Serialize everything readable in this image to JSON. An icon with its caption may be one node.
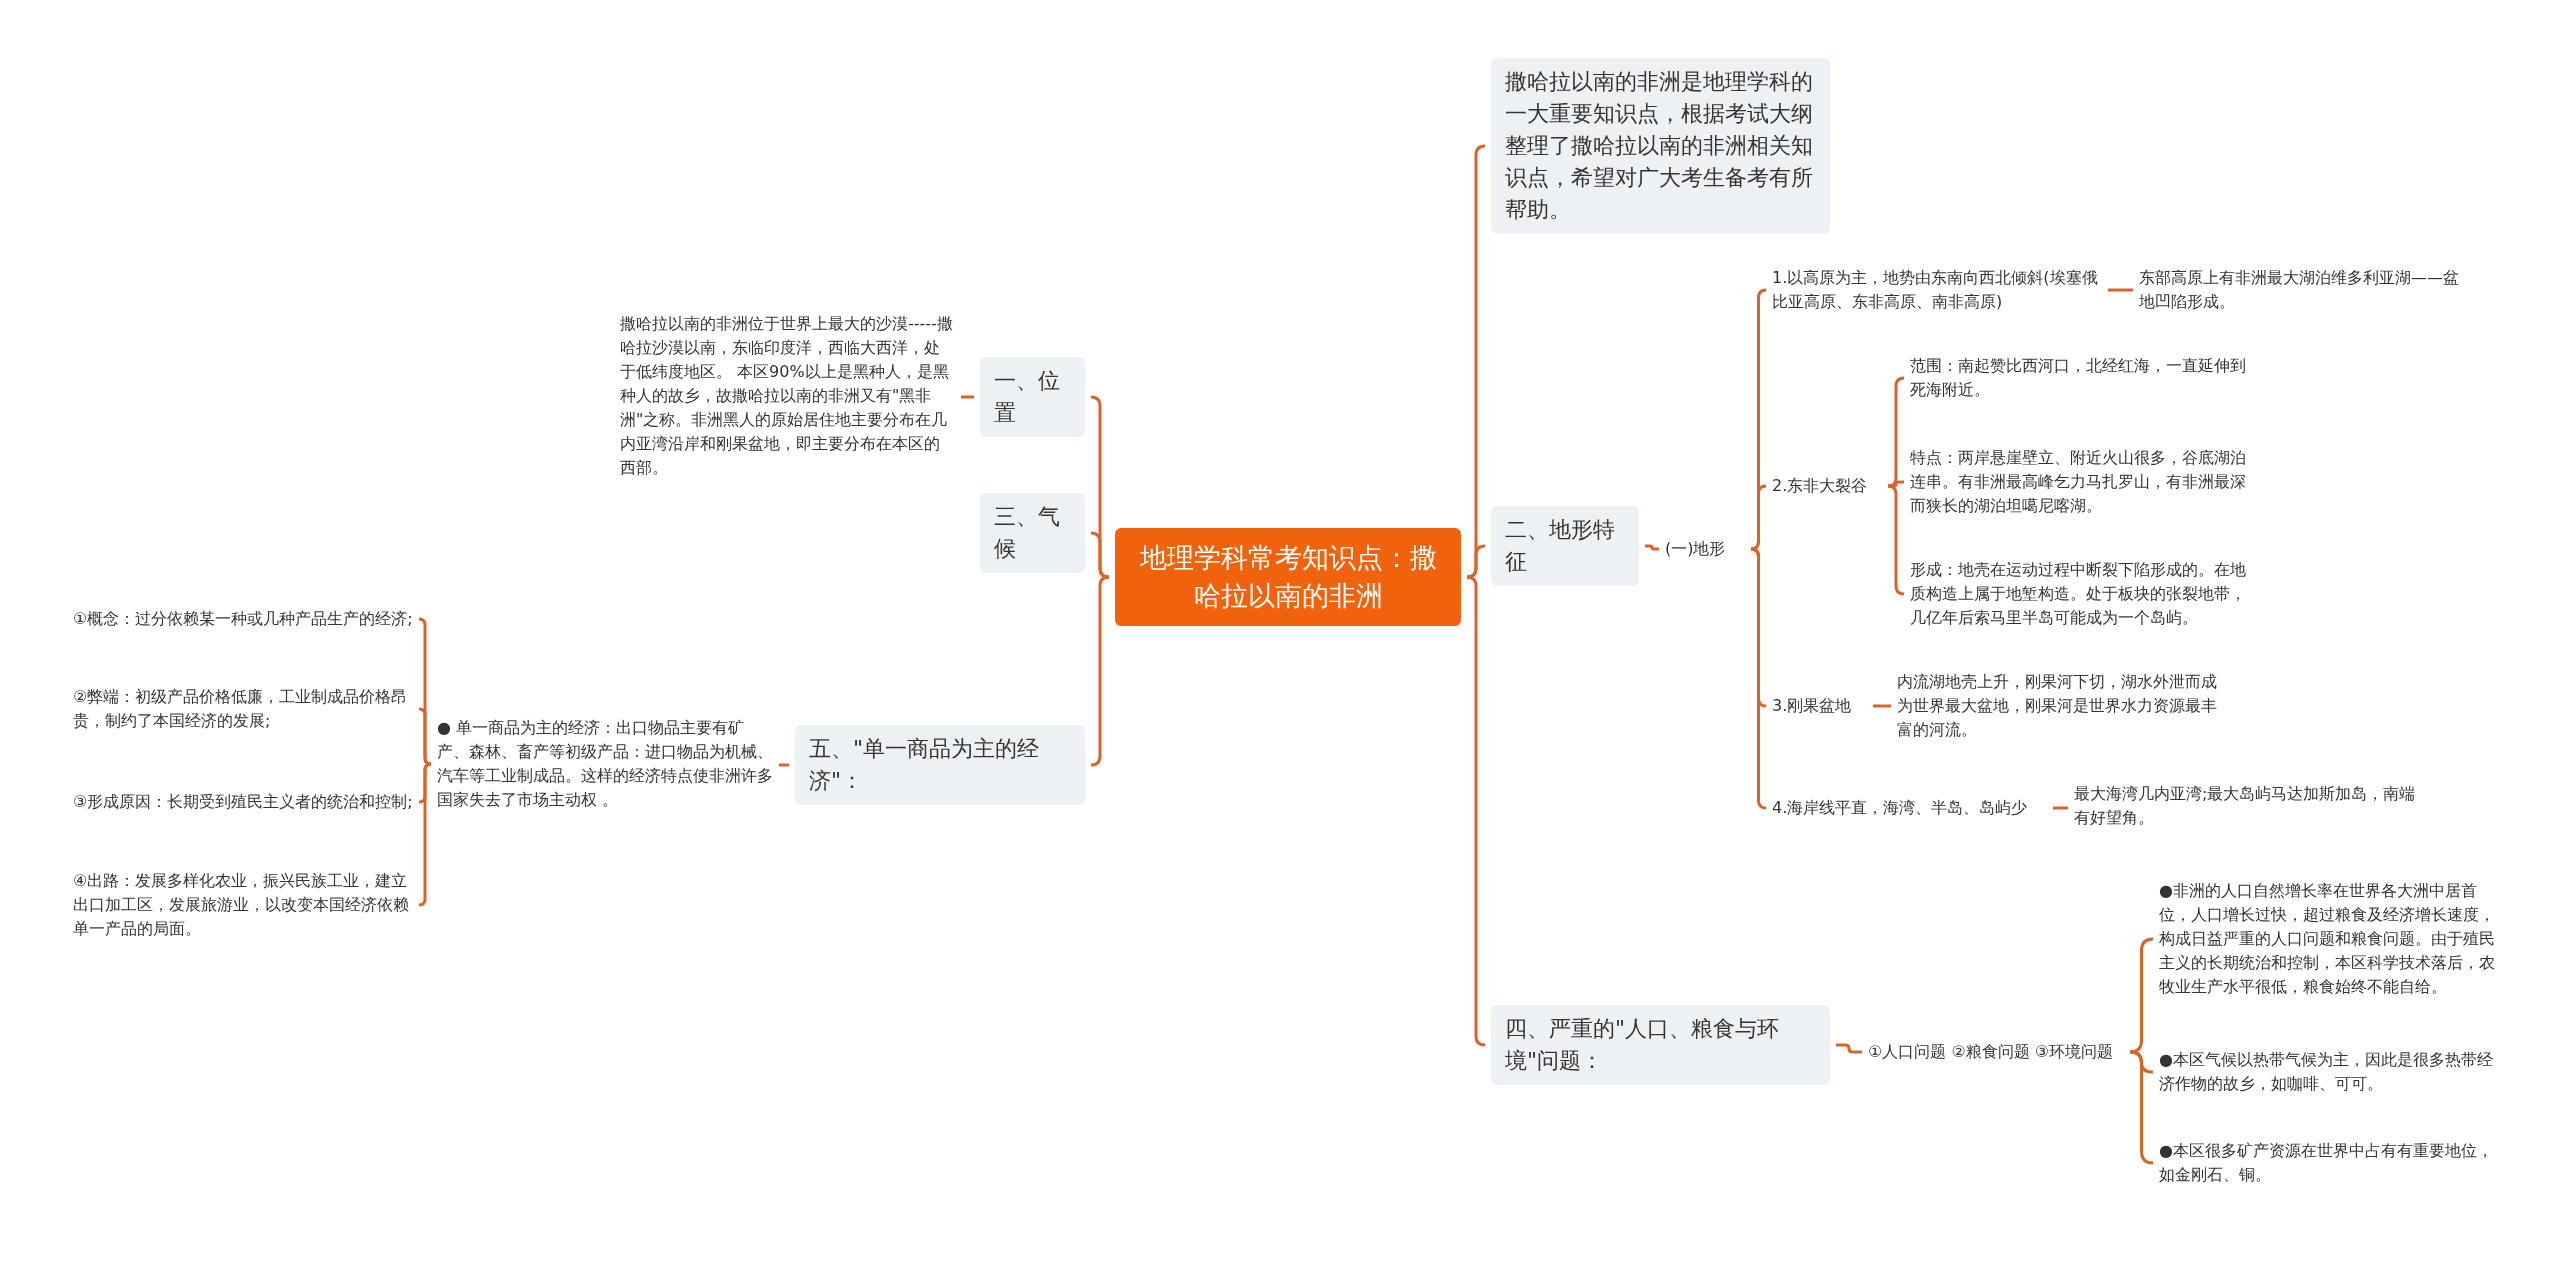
{
  "diagram": {
    "nodes": [
      {
        "text": [
          "地理学科常考知识点：撒哈拉以南的非洲"
        ]
      },
      {
        "text": [
          "撒哈拉以南的非洲是地理学科的一大重要知识点，根据考试大纲整理了撒哈拉以南的非洲相关知识点，希望对广大考生备考有所帮助。"
        ]
      },
      {
        "text": [
          "二、地形特征"
        ]
      },
      {
        "text": [
          "(一)地形"
        ]
      },
      {
        "text": [
          "1.以高原为主，地势由东南向西北倾斜(埃塞俄比亚高原、东非高原、南非高原)"
        ]
      },
      {
        "text": [
          "东部高原上有非洲最大湖泊维多利亚湖——盆地凹陷形成。"
        ]
      },
      {
        "text": [
          "2.东非大裂谷"
        ]
      },
      {
        "text": [
          "范围：南起赞比西河口，北经红海，一直延伸到死海附近。"
        ]
      },
      {
        "text": [
          "特点：两岸悬崖壁立、附近火山很多，谷底湖泊连串。有非洲最高峰乞力马扎罗山，有非洲最深而狭长的湖泊坦噶尼喀湖。"
        ]
      },
      {
        "text": [
          "形成：地壳在运动过程中断裂下陷形成的。在地质构造上属于地堑构造。处于板块的张裂地带，几亿年后索马里半岛可能成为一个岛屿。"
        ]
      },
      {
        "text": [
          "3.刚果盆地"
        ]
      },
      {
        "text": [
          "内流湖地壳上升，刚果河下切，湖水外泄而成为世界最大盆地，刚果河是世界水力资源最丰富的河流。"
        ]
      },
      {
        "text": [
          "4.海岸线平直，海湾、半岛、岛屿少"
        ]
      },
      {
        "text": [
          "最大海湾几内亚湾;最大岛屿马达加斯加岛，南端有好望角。"
        ]
      },
      {
        "text": [
          "四、严重的\"人口、粮食与环境\"问题："
        ]
      },
      {
        "text": [
          "①人口问题 ②粮食问题 ③环境问题"
        ]
      },
      {
        "text": [
          "●非洲的人口自然增长率在世界各大洲中居首位，人口增长过快，超过粮食及经济增长速度，构成日益严重的人口问题和粮食问题。由于殖民主义的长期统治和控制，本区科学技术落后，农牧业生产水平很低，粮食始终不能自给。"
        ]
      },
      {
        "text": [
          "●本区气候以热带气候为主，因此是很多热带经济作物的故乡，如咖啡、可可。"
        ]
      },
      {
        "text": [
          "●本区很多矿产资源在世界中占有有重要地位，如金刚石、铜。"
        ]
      },
      {
        "text": [
          "一、位置"
        ]
      },
      {
        "text": [
          "撒哈拉以南的非洲位于世界上最大的沙漠-----撒哈拉沙漠以南，东临印度洋，西临大西洋，处于低纬度地区。 本区90%以上是黑种人，是黑种人的故乡，故撒哈拉以南的非洲又有\"黑非洲\"之称。非洲黑人的原始居住地主要分布在几内亚湾沿岸和刚果盆地，即主要分布在本区的西部。"
        ]
      },
      {
        "text": [
          "三、气候"
        ]
      },
      {
        "text": [
          "五、\"单一商品为主的经济\"："
        ]
      },
      {
        "text": [
          "● 单一商品为主的经济：出口物品主要有矿产、森林、畜产等初级产品：进口物品为机械、汽车等工业制成品。这样的经济特点使非洲许多国家失去了市场主动权 。"
        ]
      },
      {
        "text": [
          "①概念：过分依赖某一种或几种产品生产的经济;"
        ]
      },
      {
        "text": [
          "②弊端：初级产品价格低廉，工业制成品价格昂贵，制约了本国经济的发展;"
        ]
      },
      {
        "text": [
          "③形成原因：长期受到殖民主义者的统治和控制;"
        ]
      },
      {
        "text": [
          "④出路：发展多样化农业，振兴民族工业，建立出口加工区，发展旅游业，以改变本国经济依赖单一产品的局面。"
        ]
      }
    ],
    "edges": [
      {
        "from": 0,
        "to": 1,
        "arrow": "none"
      },
      {
        "from": 0,
        "to": 2,
        "arrow": "none"
      },
      {
        "from": 0,
        "to": 14,
        "arrow": "none"
      },
      {
        "from": 2,
        "to": 3,
        "arrow": "none"
      },
      {
        "from": 3,
        "to": 4,
        "arrow": "none"
      },
      {
        "from": 4,
        "to": 5,
        "arrow": "none"
      },
      {
        "from": 3,
        "to": 6,
        "arrow": "none"
      },
      {
        "from": 6,
        "to": 7,
        "arrow": "none"
      },
      {
        "from": 6,
        "to": 8,
        "arrow": "none"
      },
      {
        "from": 6,
        "to": 9,
        "arrow": "none"
      },
      {
        "from": 3,
        "to": 10,
        "arrow": "none"
      },
      {
        "from": 10,
        "to": 11,
        "arrow": "none"
      },
      {
        "from": 3,
        "to": 12,
        "arrow": "none"
      },
      {
        "from": 12,
        "to": 13,
        "arrow": "none"
      },
      {
        "from": 14,
        "to": 15,
        "arrow": "none"
      },
      {
        "from": 15,
        "to": 16,
        "arrow": "none"
      },
      {
        "from": 15,
        "to": 17,
        "arrow": "none"
      },
      {
        "from": 15,
        "to": 18,
        "arrow": "none"
      },
      {
        "from": 0,
        "to": 19,
        "arrow": "none"
      },
      {
        "from": 19,
        "to": 20,
        "arrow": "none"
      },
      {
        "from": 0,
        "to": 21,
        "arrow": "none"
      },
      {
        "from": 0,
        "to": 22,
        "arrow": "none"
      },
      {
        "from": 22,
        "to": 23,
        "arrow": "none"
      },
      {
        "from": 23,
        "to": 24,
        "arrow": "none"
      },
      {
        "from": 23,
        "to": 25,
        "arrow": "none"
      },
      {
        "from": 23,
        "to": 26,
        "arrow": "none"
      },
      {
        "from": 23,
        "to": 27,
        "arrow": "none"
      }
    ]
  }
}
